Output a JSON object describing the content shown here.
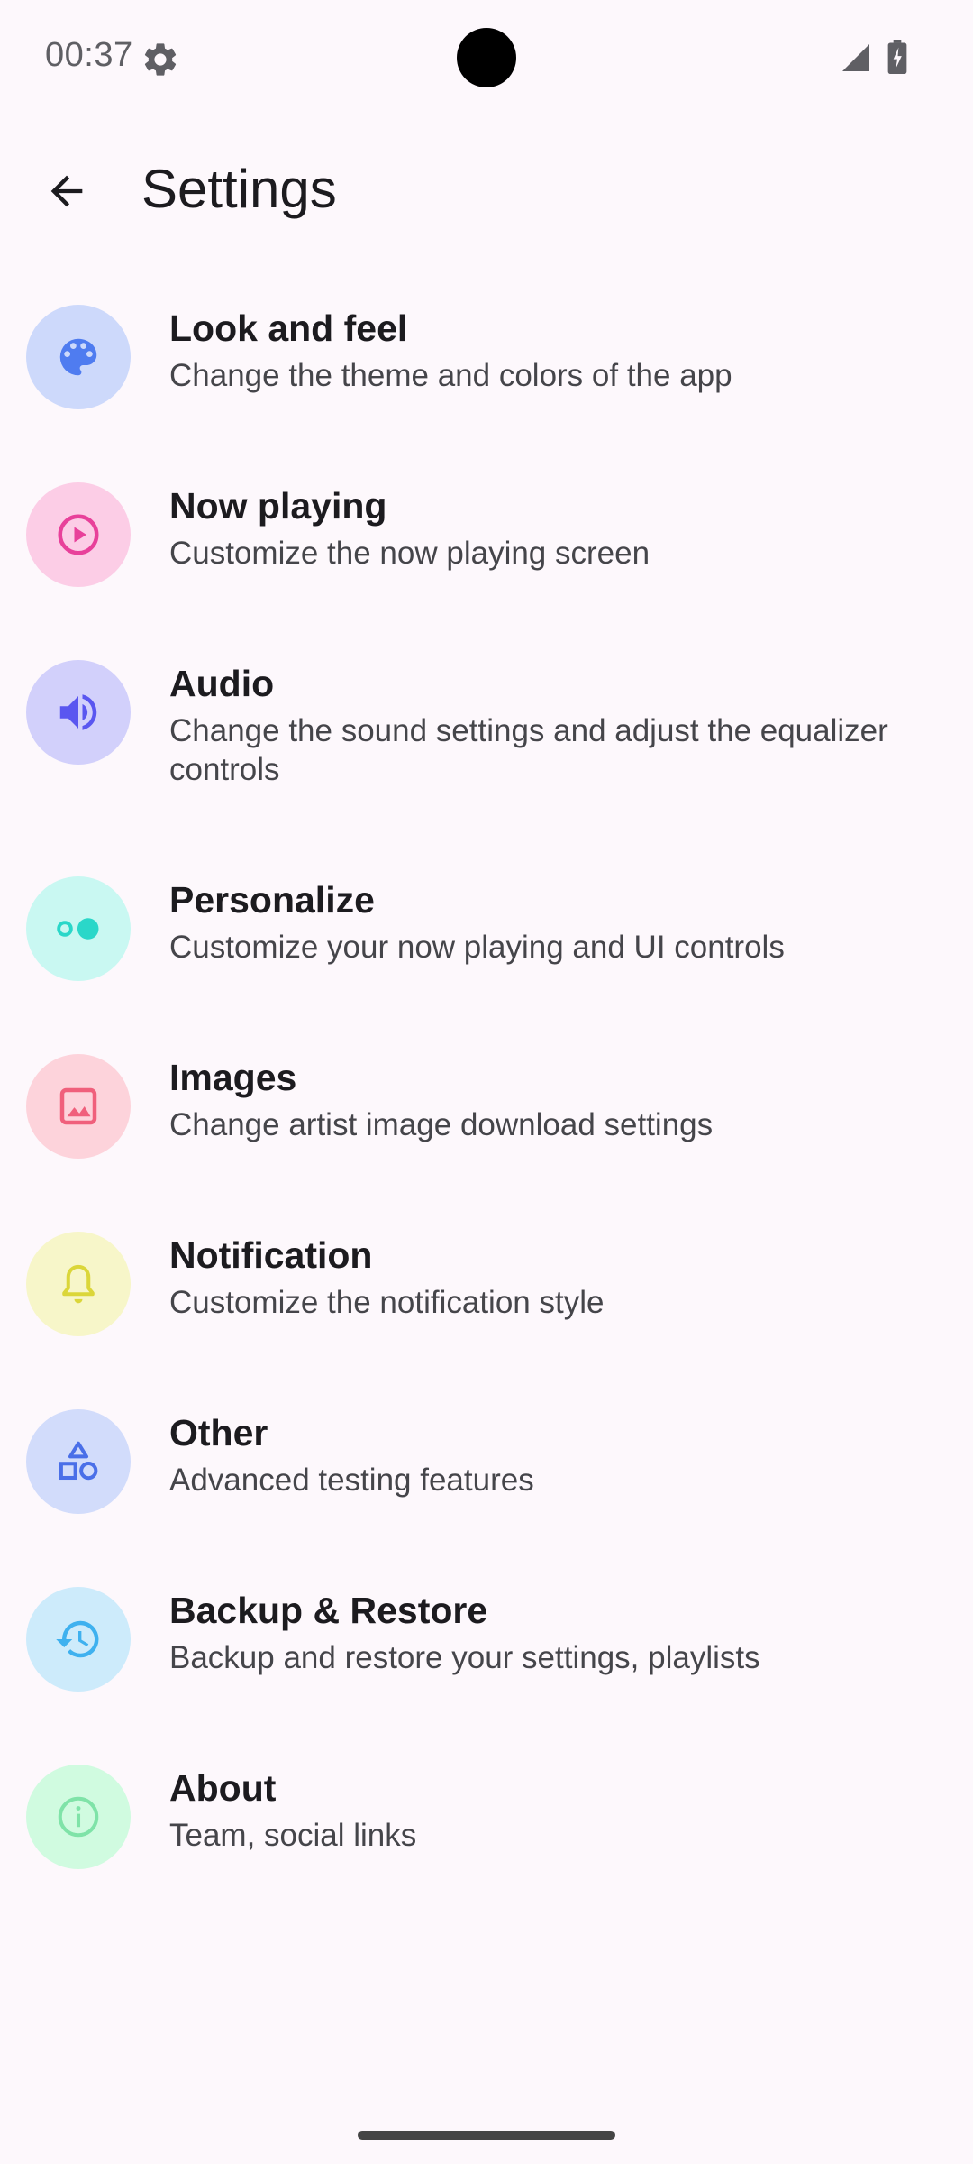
{
  "status_bar": {
    "time": "00:37",
    "icons": [
      "settings-gear-icon",
      "signal-icon",
      "battery-charging-icon"
    ]
  },
  "app_bar": {
    "back_icon": "arrow-back-icon",
    "title": "Settings"
  },
  "settings": [
    {
      "title": "Look and feel",
      "subtitle": "Change the theme and colors of the app",
      "icon": "palette-icon",
      "bg": "#cdd9fb",
      "fg": "#4f7cf0"
    },
    {
      "title": "Now playing",
      "subtitle": "Customize the now playing screen",
      "icon": "play-circle-icon",
      "bg": "#fccde6",
      "fg": "#e8409a"
    },
    {
      "title": "Audio",
      "subtitle": "Change the sound settings and adjust the equalizer controls",
      "icon": "volume-icon",
      "bg": "#d2d0fb",
      "fg": "#5a56f0"
    },
    {
      "title": "Personalize",
      "subtitle": "Customize your now playing and UI controls",
      "icon": "toggle-icon",
      "bg": "#c9f8f2",
      "fg": "#2ad7c9"
    },
    {
      "title": "Images",
      "subtitle": "Change artist image download settings",
      "icon": "image-icon",
      "bg": "#fdd3db",
      "fg": "#f0607c"
    },
    {
      "title": "Notification",
      "subtitle": "Customize the notification style",
      "icon": "bell-icon",
      "bg": "#f7f6c9",
      "fg": "#dbd63a"
    },
    {
      "title": "Other",
      "subtitle": "Advanced testing features",
      "icon": "shapes-icon",
      "bg": "#d2dcfb",
      "fg": "#4a6fe8"
    },
    {
      "title": "Backup & Restore",
      "subtitle": "Backup and restore your settings, playlists",
      "icon": "history-icon",
      "bg": "#cdebfb",
      "fg": "#3fb1ef"
    },
    {
      "title": "About",
      "subtitle": "Team, social links",
      "icon": "info-icon",
      "bg": "#d0fbe0",
      "fg": "#7fe3a8"
    }
  ]
}
